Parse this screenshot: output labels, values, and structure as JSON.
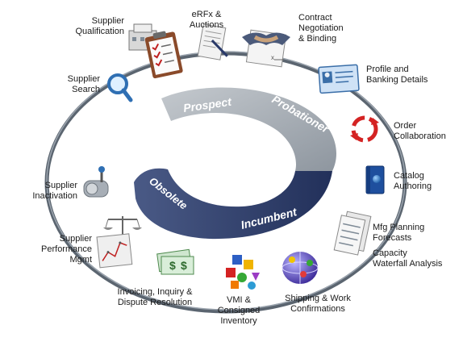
{
  "phases": {
    "prospect": "Prospect",
    "probationer": "Probationer",
    "incumbent": "Incumbent",
    "obsolete": "Obsolete"
  },
  "steps": {
    "supplier_qualification": "Supplier\nQualification",
    "erfx_auctions": "eRFx &\nAuctions",
    "contract_negotiation": "Contract\nNegotiation\n& Binding",
    "supplier_search": "Supplier\nSearch",
    "profile_banking": "Profile and\nBanking Details",
    "order_collaboration": "Order\nCollaboration",
    "catalog_authoring": "Catalog\nAuthoring",
    "mfg_planning": "Mfg Planning\nForecasts",
    "capacity_waterfall": "Capacity\nWaterfall Analysis",
    "shipping_confirmations": "Shipping & Work\nConfirmations",
    "vmi_inventory": "VMI &\nConsigned\nInventory",
    "invoicing_dispute": "Invoicing, Inquiry &\nDispute Resolution",
    "supplier_performance": "Supplier\nPerformance\nMgmt",
    "supplier_inactivation": "Supplier\nInactivation"
  },
  "colors": {
    "ring": "#5b6570",
    "band_light": "#a9b0b8",
    "band_dark": "#2c3b6a",
    "text": "#1a1a1a"
  }
}
